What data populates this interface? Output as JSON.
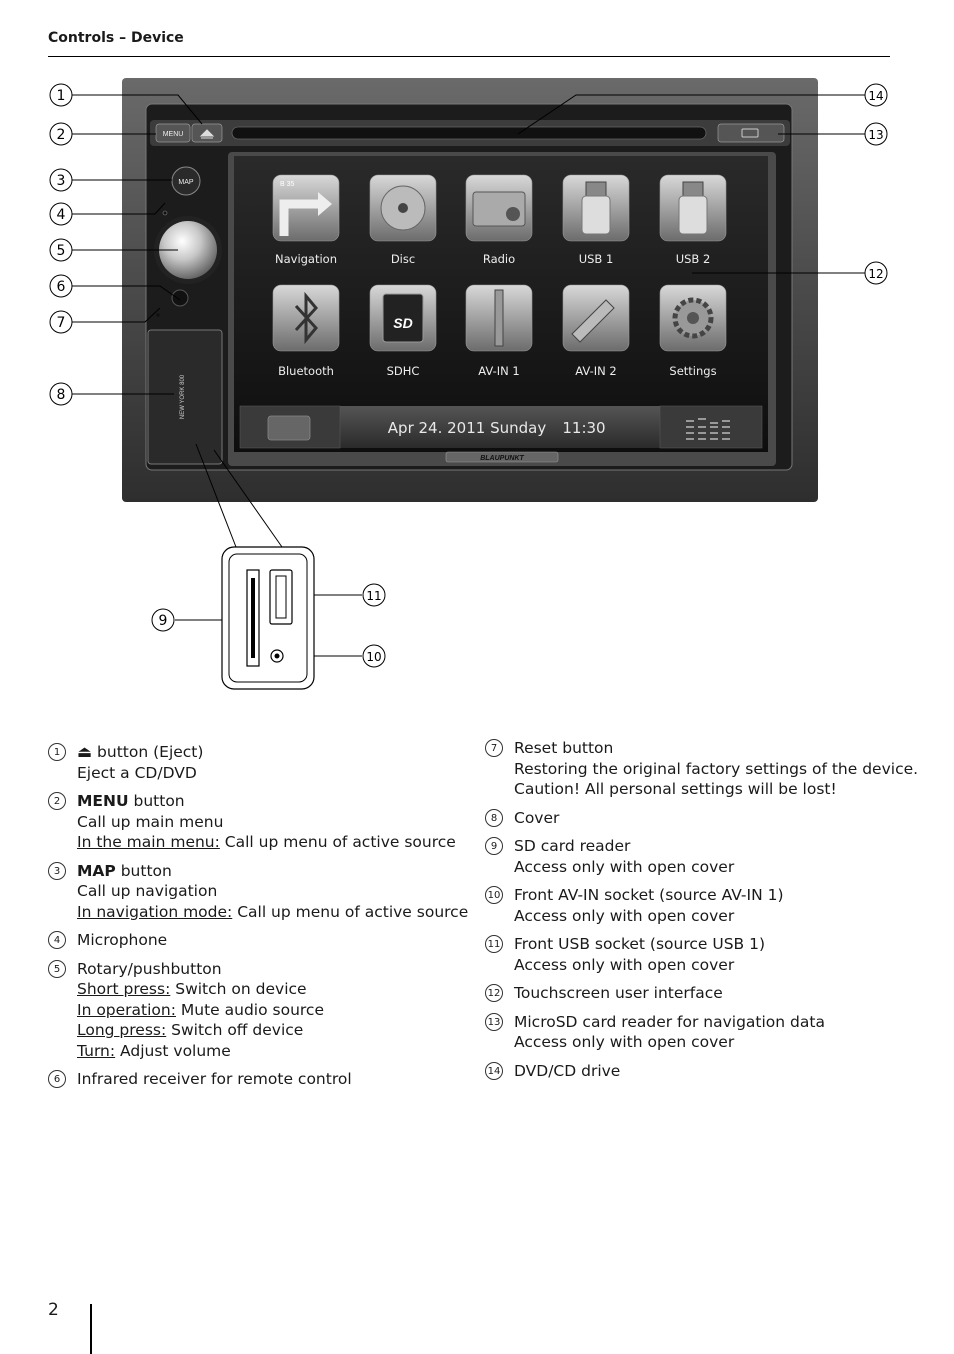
{
  "header": {
    "title": "Controls – Device"
  },
  "device": {
    "menu_label": "MENU",
    "map_label": "MAP",
    "model_text": "NEW YORK 800",
    "brand": "BLAUPUNKT",
    "screen": {
      "icons": [
        {
          "label": "Navigation",
          "icon": "navigation-icon"
        },
        {
          "label": "Disc",
          "icon": "disc-icon"
        },
        {
          "label": "Radio",
          "icon": "radio-icon"
        },
        {
          "label": "USB 1",
          "icon": "usb-icon"
        },
        {
          "label": "USB 2",
          "icon": "usb-icon"
        },
        {
          "label": "Bluetooth",
          "icon": "bluetooth-icon"
        },
        {
          "label": "SDHC",
          "icon": "sd-card-icon"
        },
        {
          "label": "AV-IN 1",
          "icon": "audio-jack-icon"
        },
        {
          "label": "AV-IN 2",
          "icon": "rca-plug-icon"
        },
        {
          "label": "Settings",
          "icon": "gear-icon"
        }
      ],
      "date": "Apr 24. 2011 Sunday",
      "time": "11:30",
      "nav_sign": "B 35",
      "sd_text": "SD"
    },
    "callouts": [
      "1",
      "2",
      "3",
      "4",
      "5",
      "6",
      "7",
      "8",
      "9",
      "10",
      "11",
      "12",
      "13",
      "14"
    ]
  },
  "legend": {
    "left": [
      {
        "num": "1",
        "lines": [
          {
            "pre": "",
            "post": " button (Eject)",
            "icon": "eject-icon"
          },
          {
            "text": "Eject a CD/DVD"
          }
        ]
      },
      {
        "num": "2",
        "lines": [
          {
            "bold": "MENU",
            "post": " button"
          },
          {
            "text": "Call up main menu"
          },
          {
            "u": "In the main menu:",
            "post": " Call up menu of active source"
          }
        ]
      },
      {
        "num": "3",
        "lines": [
          {
            "bold": "MAP",
            "post": " button"
          },
          {
            "text": "Call up navigation"
          },
          {
            "u": "In navigation mode:",
            "post": " Call up menu of active source"
          }
        ]
      },
      {
        "num": "4",
        "lines": [
          {
            "text": "Microphone"
          }
        ]
      },
      {
        "num": "5",
        "lines": [
          {
            "text": "Rotary/pushbutton"
          },
          {
            "u": "Short press:",
            "post": " Switch on device"
          },
          {
            "u": "In operation:",
            "post": " Mute audio source"
          },
          {
            "u": "Long press:",
            "post": " Switch off device"
          },
          {
            "u": "Turn:",
            "post": " Adjust volume"
          }
        ]
      },
      {
        "num": "6",
        "lines": [
          {
            "text": "Infrared receiver for remote control"
          }
        ]
      }
    ],
    "right": [
      {
        "num": "7",
        "lines": [
          {
            "text": "Reset button"
          },
          {
            "text": "Restoring the original factory settings of the device."
          },
          {
            "text": "Caution! All personal settings will be lost!"
          }
        ]
      },
      {
        "num": "8",
        "lines": [
          {
            "text": "Cover"
          }
        ]
      },
      {
        "num": "9",
        "lines": [
          {
            "text": "SD card reader"
          },
          {
            "text": "Access only with open cover"
          }
        ]
      },
      {
        "num": "10",
        "lines": [
          {
            "text": "Front AV-IN socket (source AV-IN 1)"
          },
          {
            "text": "Access only with open cover"
          }
        ]
      },
      {
        "num": "11",
        "lines": [
          {
            "text": "Front USB socket (source USB 1)"
          },
          {
            "text": "Access only with open cover"
          }
        ]
      },
      {
        "num": "12",
        "lines": [
          {
            "text": "Touchscreen user interface"
          }
        ]
      },
      {
        "num": "13",
        "lines": [
          {
            "text": "MicroSD card reader for navigation data"
          },
          {
            "text": "Access only with open cover"
          }
        ]
      },
      {
        "num": "14",
        "lines": [
          {
            "text": "DVD/CD drive"
          }
        ]
      }
    ]
  },
  "footer": {
    "page_number": "2"
  }
}
